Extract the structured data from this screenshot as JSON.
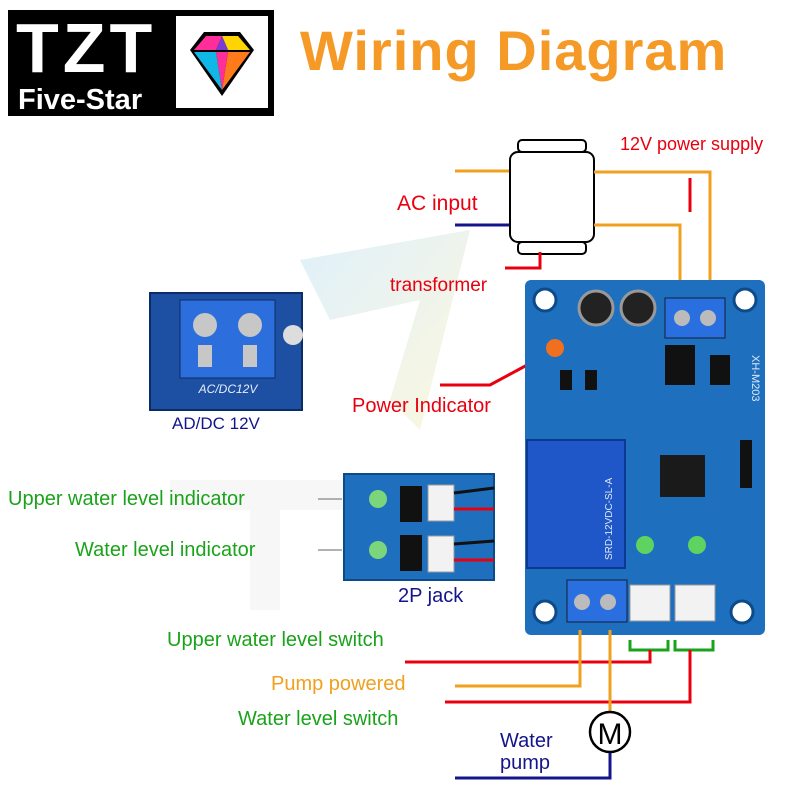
{
  "logo": {
    "name": "TZT",
    "sub": "Five-Star"
  },
  "title": "Wiring Diagram",
  "labels": {
    "power_supply": "12V power supply",
    "ac_input": "AC input",
    "transformer": "transformer",
    "power_indicator": "Power Indicator",
    "adc_caption": "AD/DC 12V",
    "adc_silk": "AC/DC12V",
    "upper_indicator": "Upper water level indicator",
    "level_indicator": "Water level indicator",
    "jack": "2P jack",
    "upper_switch": "Upper water level switch",
    "pump_powered": "Pump powered",
    "level_switch": "Water level switch",
    "water_pump_line1": "Water",
    "water_pump_line2": "pump",
    "motor_symbol": "M",
    "board_model": "XH-M203",
    "relay_text": "SRD-12VDC-SL-A"
  },
  "colors": {
    "red": "#e8000f",
    "green": "#1aa31a",
    "orange": "#f0a01e",
    "navy": "#14148c",
    "title": "#f59a26",
    "pcb": "#1f6fbf"
  }
}
